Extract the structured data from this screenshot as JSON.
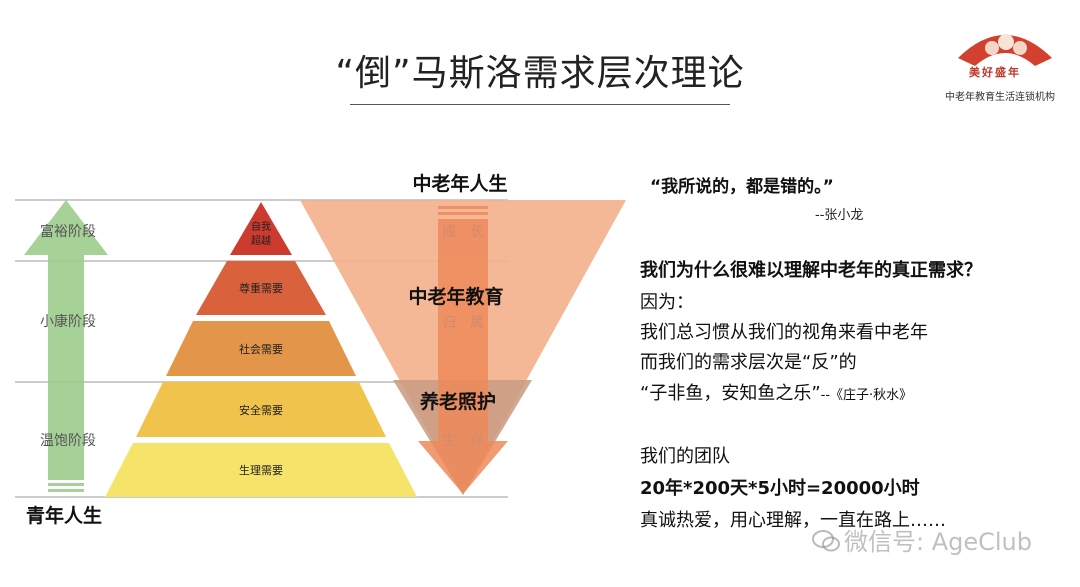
{
  "header": {
    "title": "“倒”马斯洛需求层次理论"
  },
  "logo": {
    "name": "美好盛年",
    "tagline": "中老年教育生活连锁机构"
  },
  "diagram": {
    "stages": [
      "富裕阶段",
      "小康阶段",
      "温饱阶段"
    ],
    "pyramid": [
      "自我\n超越",
      "尊重需要",
      "社会需要",
      "安全需要",
      "生理需要"
    ],
    "pyramid_top_line1": "自我",
    "pyramid_top_line2": "超越",
    "inverted_labels": {
      "top": "中老年人生",
      "middle": "中老年教育",
      "bottom": "养老照护"
    },
    "arrow_words": [
      "成　长",
      "归　属",
      "生　存"
    ],
    "bottom_label": "青年人生",
    "colors": {
      "pyramid": [
        "#cc3b2e",
        "#d9623c",
        "#e39649",
        "#f0c34c",
        "#f6e46a"
      ],
      "green_arrow": "#9ccc8c",
      "inverted": "#f3b08c",
      "inverted_lower": "#c89a82",
      "orange_arrow": "#ee8a5a"
    }
  },
  "right": {
    "quote": "“我所说的，都是错的。”",
    "quote_author": "--张小龙",
    "question": "我们为什么很难以理解中老年的真正需求？",
    "because": "因为：",
    "line1": "我们总习惯从我们的视角来看中老年",
    "line2": "而我们的需求层次是“反”的",
    "line3": "“子非鱼，安知鱼之乐”",
    "line3_source": "--《庄子·秋水》",
    "team": "我们的团队",
    "formula": "20年*200天*5小时=20000小时",
    "motto": "真诚热爱，用心理解，一直在路上……"
  },
  "watermark": "微信号: AgeClub"
}
